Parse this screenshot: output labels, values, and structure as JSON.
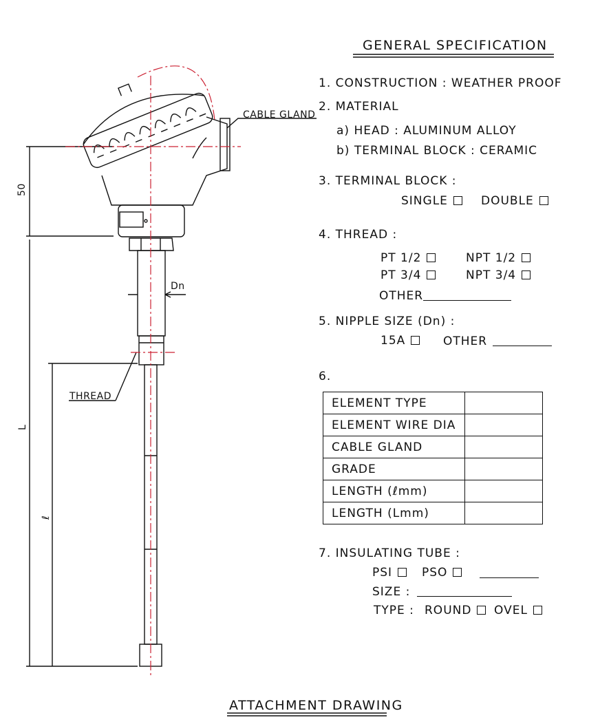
{
  "title": "GENERAL SPECIFICATION",
  "footer": "ATTACHMENT DRAWING",
  "drawing_labels": {
    "cable_gland": "CABLE GLAND",
    "thread": "THREAD",
    "dn": "Dn",
    "dim_50": "50",
    "dim_L": "L",
    "dim_l": "ℓ"
  },
  "spec": {
    "item1": "1. CONSTRUCTION : WEATHER PROOF",
    "item2": "2. MATERIAL",
    "item2a": "a) HEAD : ALUMINUM ALLOY",
    "item2b": "b) TERMINAL BLOCK : CERAMIC",
    "item3": "3. TERMINAL BLOCK :",
    "item3_single": "SINGLE",
    "item3_double": "DOUBLE",
    "item4": "4. THREAD :",
    "item4_pt12": "PT 1/2",
    "item4_npt12": "NPT 1/2",
    "item4_pt34": "PT 3/4",
    "item4_npt34": "NPT 3/4",
    "item4_other": "OTHER",
    "item5": "5. NIPPLE SIZE (Dn) :",
    "item5_15a": "15A",
    "item5_other": "OTHER",
    "item6": "6.",
    "table_rows": [
      "ELEMENT TYPE",
      "ELEMENT WIRE DIA",
      "CABLE GLAND",
      "GRADE",
      "LENGTH (ℓmm)",
      "LENGTH (Lmm)"
    ],
    "item7": "7. INSULATING TUBE :",
    "item7_psi": "PSI",
    "item7_pso": "PSO",
    "item7_size": "SIZE :",
    "item7_type": "TYPE :",
    "item7_round": "ROUND",
    "item7_ovel": "OVEL"
  },
  "colors": {
    "line": "#111111",
    "centerline": "#cc2233"
  }
}
